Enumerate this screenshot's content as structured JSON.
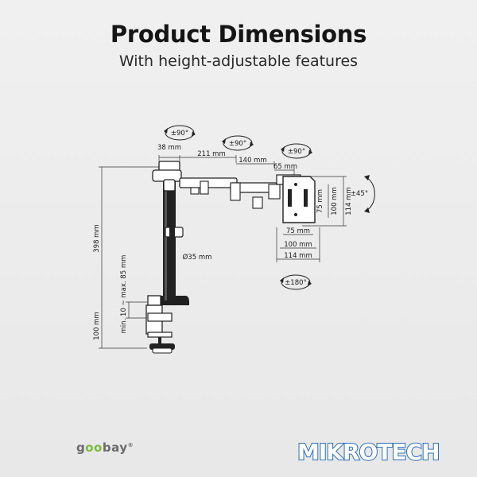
{
  "header": {
    "title": "Product Dimensions",
    "subtitle": "With height-adjustable features"
  },
  "labels": {
    "rot_top_left": "±90°",
    "rot_top_mid": "±90°",
    "rot_top_right": "±90°",
    "rot_tilt": "±45°",
    "rot_bottom": "±180°",
    "dim_38": "38 mm",
    "dim_211": "211 mm",
    "dim_140": "140 mm",
    "dim_65": "65 mm",
    "dim_398": "398 mm",
    "dim_100_height": "100 mm",
    "dim_clamp_range": "min. 10 ~ max. 85 mm",
    "dim_pole": "Ø35 mm",
    "vesa_75_h": "75 mm",
    "vesa_100_h": "100 mm",
    "vesa_114_h": "114 mm",
    "vesa_75_w": "75 mm",
    "vesa_100_w": "100 mm",
    "vesa_114_w": "114 mm"
  },
  "brand": {
    "name_pre": "g",
    "name_dots": "oo",
    "name_post": "bay",
    "reg": "®",
    "dot_color": "#7db83a"
  },
  "watermark": {
    "text": "MIKROTECH",
    "color": "#2a6fb8"
  }
}
